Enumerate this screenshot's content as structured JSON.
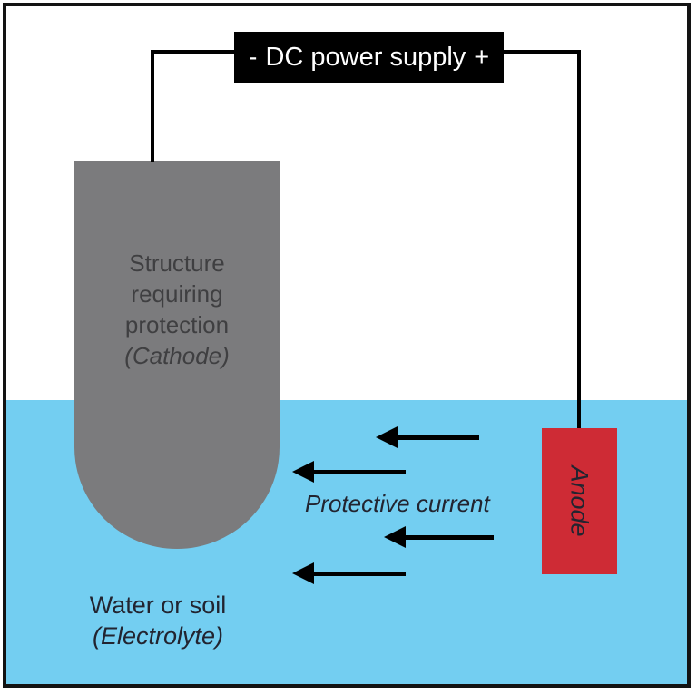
{
  "power_supply": {
    "negative_terminal": "-",
    "label": "DC power supply",
    "positive_terminal": "+"
  },
  "structure": {
    "lines": [
      "Structure",
      "requiring",
      "protection"
    ],
    "sublabel": "(Cathode)"
  },
  "anode": {
    "label": "Anode"
  },
  "current": {
    "label": "Protective current",
    "arrow_count": 4,
    "direction": "left"
  },
  "electrolyte": {
    "label": "Water or soil",
    "sublabel": "(Electrolyte)"
  },
  "colors": {
    "water": "#73CEF1",
    "structure": "#7B7B7D",
    "structure_text": "#3F3F41",
    "anode": "#CE2B35",
    "power_supply_bg": "#000000",
    "wire": "#000000",
    "dark_text": "#222430",
    "border": "#131313"
  }
}
